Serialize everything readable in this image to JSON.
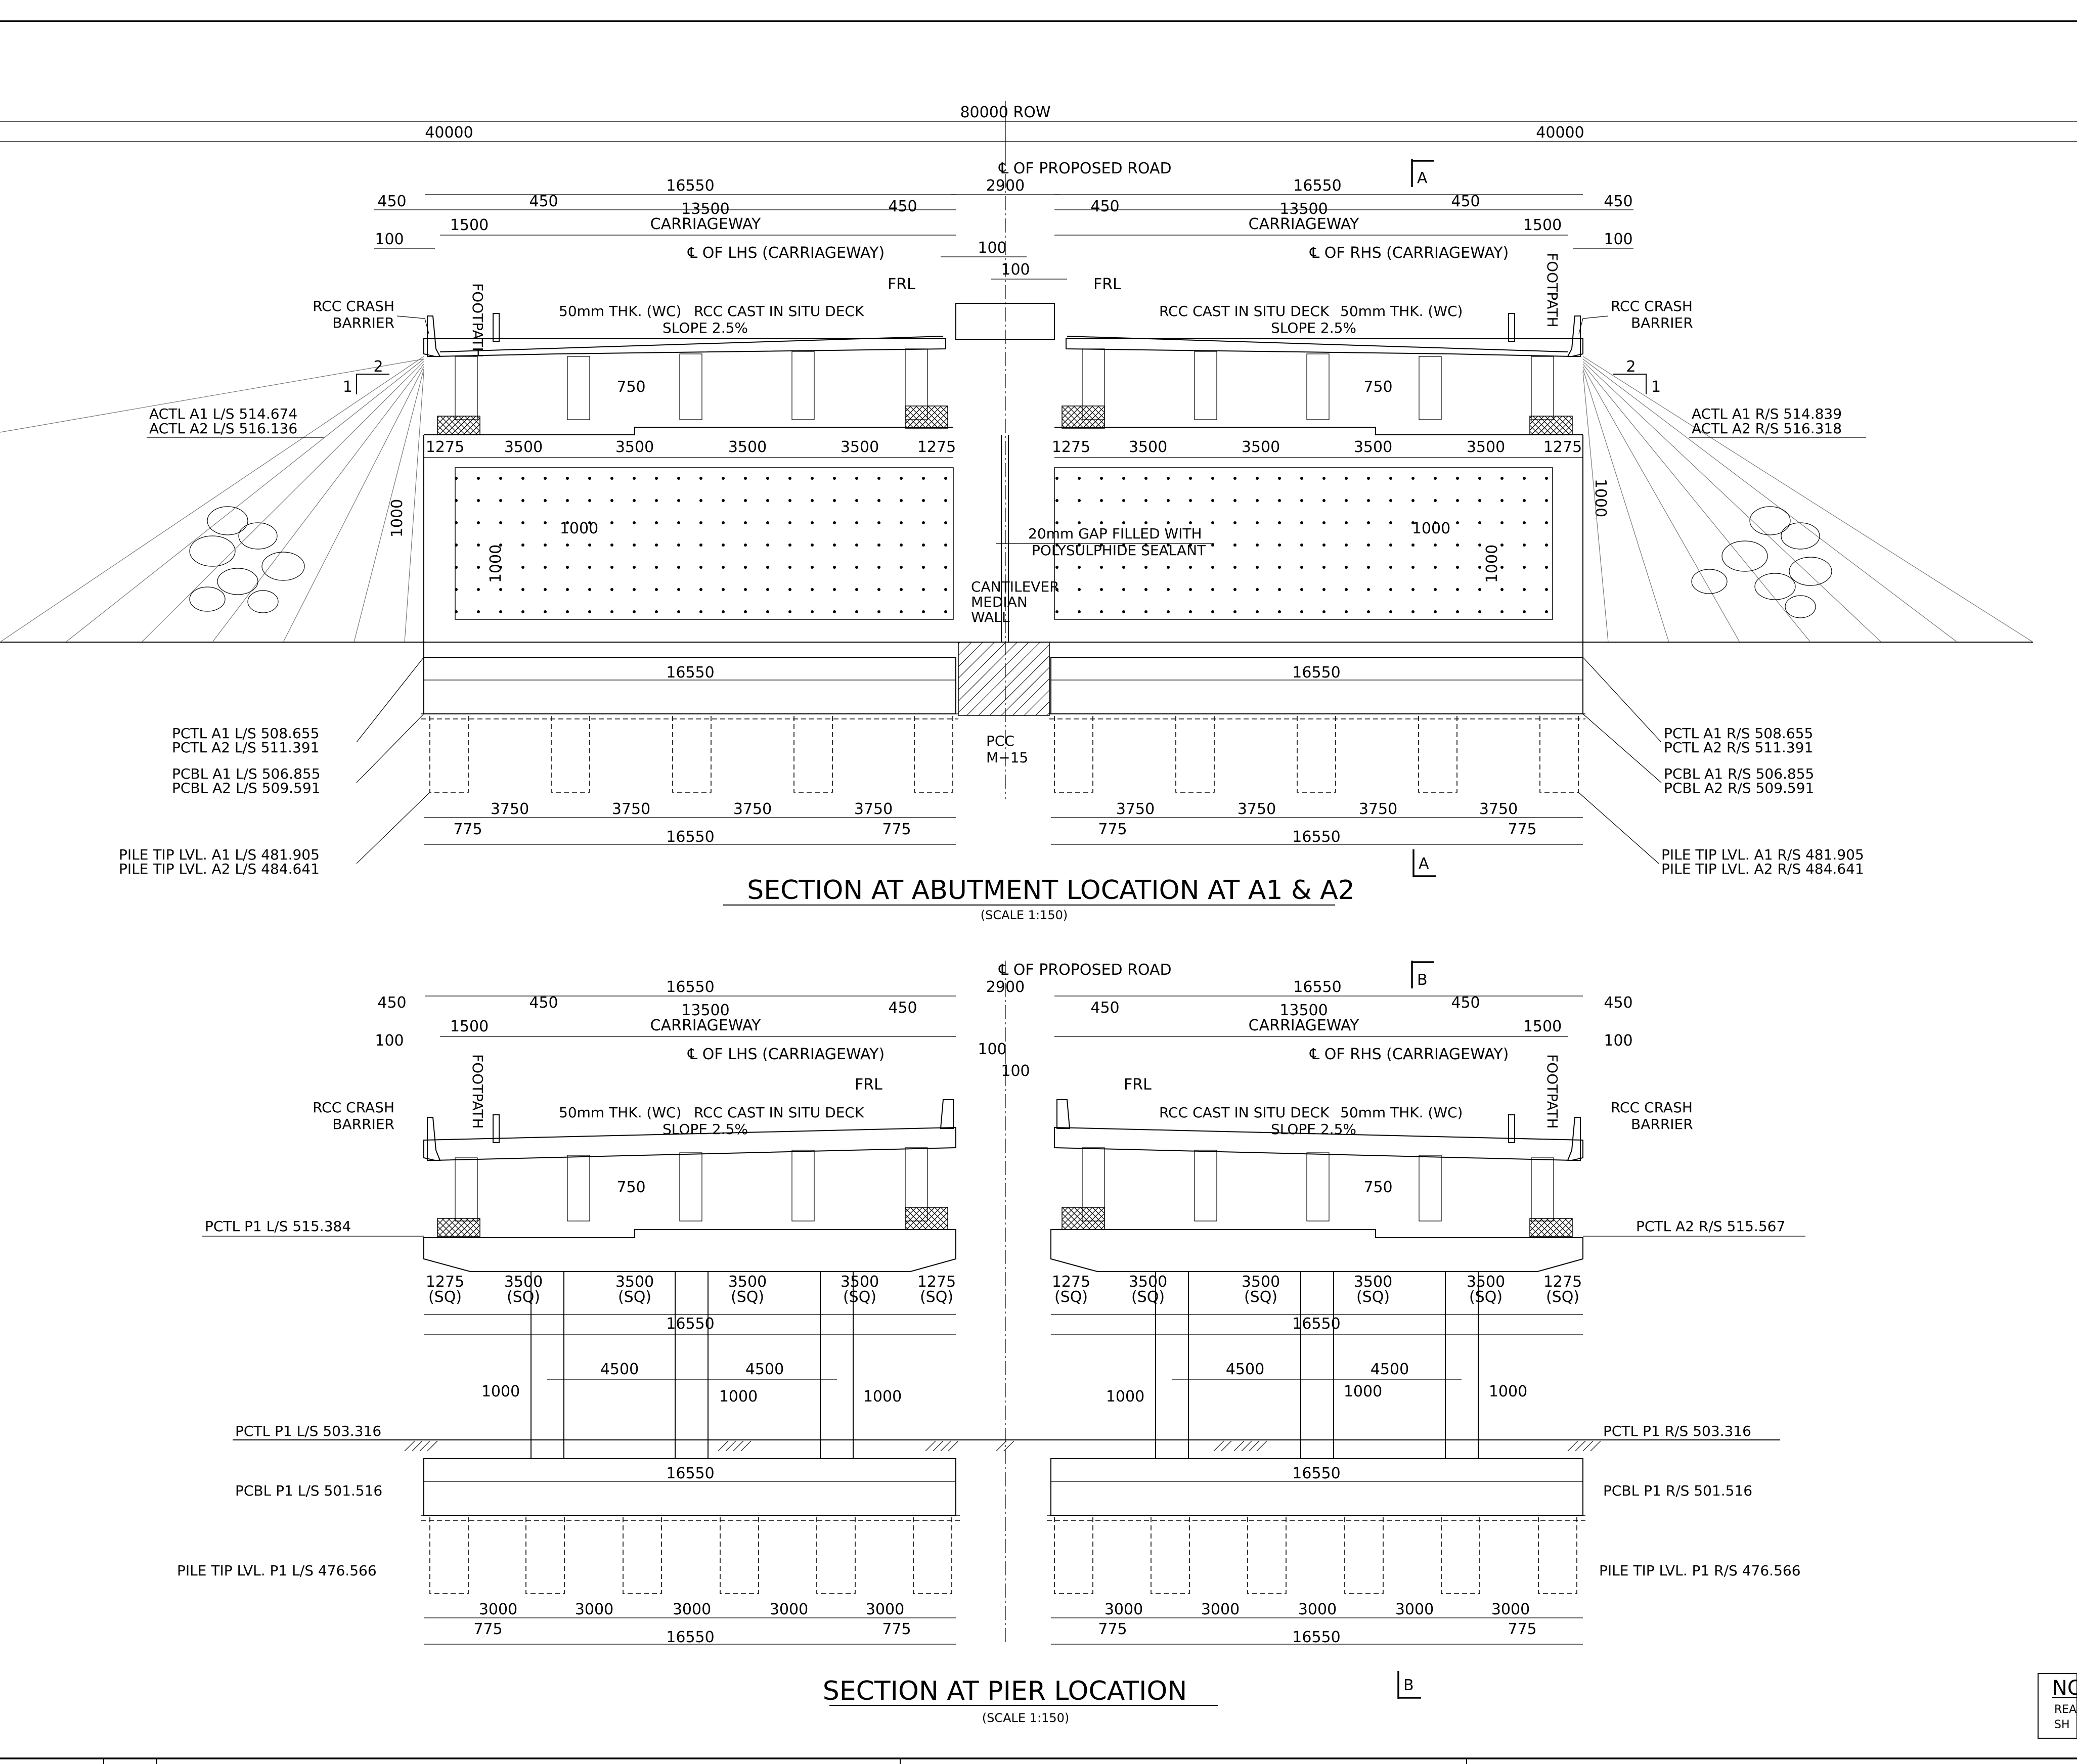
{
  "row": {
    "total": "80000 ROW",
    "left": "40000",
    "right": "40000"
  },
  "cl_proposed_road": "℄ OF PROPOSED ROAD",
  "median": "2900",
  "common": {
    "half_width": "16550",
    "edge_450": "450",
    "edge_100": "100",
    "footpath_w": "1500",
    "footpath": "FOOTPATH",
    "carriageway_w": "13500",
    "carriageway": "CARRIAGEWAY",
    "cl_lhs": "℄ OF LHS (CARRIAGEWAY)",
    "cl_rhs": "℄ OF RHS (CARRIAGEWAY)",
    "frl": "FRL",
    "crash1": "RCC CRASH",
    "crash2": "BARRIER",
    "wc": "50mm THK. (WC)",
    "deck": "RCC CAST IN SITU DECK",
    "slope": "SLOPE 2.5%",
    "girder_gap": "750",
    "b1275": "1275",
    "b3500": "3500",
    "sq": "(SQ)",
    "slope_h": "2",
    "slope_v": "1",
    "d1000": "1000",
    "d4500": "4500",
    "p3750": "3750",
    "p3000": "3000",
    "p775": "775"
  },
  "abutment": {
    "title": "SECTION AT ABUTMENT LOCATION AT A1 & A2",
    "scale": "(SCALE   1:150)",
    "section_mark": "A",
    "actl_l1": "ACTL  A1  L/S  514.674",
    "actl_l2": "ACTL  A2  L/S  516.136",
    "actl_r1": "ACTL  A1  R/S  514.839",
    "actl_r2": "ACTL  A2  R/S  516.318",
    "gap1": "20mm  GAP  FILLED  WITH",
    "gap2": "POLYSULPHIDE  SEALANT",
    "cant1": "CANTILEVER",
    "cant2": "MEDIAN",
    "cant3": "WALL",
    "pcc1": "PCC",
    "pcc2": "M−15",
    "pctl_l1": "PCTL  A1  L/S  508.655",
    "pctl_l2": "PCTL  A2  L/S  511.391",
    "pcbl_l1": "PCBL  A1  L/S  506.855",
    "pcbl_l2": "PCBL  A2  L/S  509.591",
    "pile_l1": "PILE TIP LVL.  A1  L/S  481.905",
    "pile_l2": "PILE TIP LVL.  A2  L/S  484.641",
    "pctl_r1": "PCTL  A1  R/S  508.655",
    "pctl_r2": "PCTL  A2  R/S  511.391",
    "pcbl_r1": "PCBL  A1  R/S  506.855",
    "pcbl_r2": "PCBL  A2  R/S  509.591",
    "pile_r1": "PILE TIP LVL.  A1  R/S  481.905",
    "pile_r2": "PILE TIP LVL.  A2  R/S  484.641"
  },
  "pier": {
    "title": "SECTION AT PIER LOCATION",
    "scale": "(SCALE   1:150)",
    "section_mark": "B",
    "pctl_top_l": "PCTL  P1  L/S  515.384",
    "pctl_top_r": "PCTL  A2  R/S  515.567",
    "pctl_l": "PCTL  P1  L/S  503.316",
    "pctl_r": "PCTL  P1  R/S  503.316",
    "pcbl_l": "PCBL  P1  L/S  501.516",
    "pcbl_r": "PCBL  P1  R/S  501.516",
    "pile_l": "PILE TIP LVL.  P1  L/S  476.566",
    "pile_r": "PILE TIP LVL.  P1  R/S  476.566"
  },
  "notes_fragment": {
    "title": "NO",
    "line1": "REA",
    "line2": "SH"
  }
}
